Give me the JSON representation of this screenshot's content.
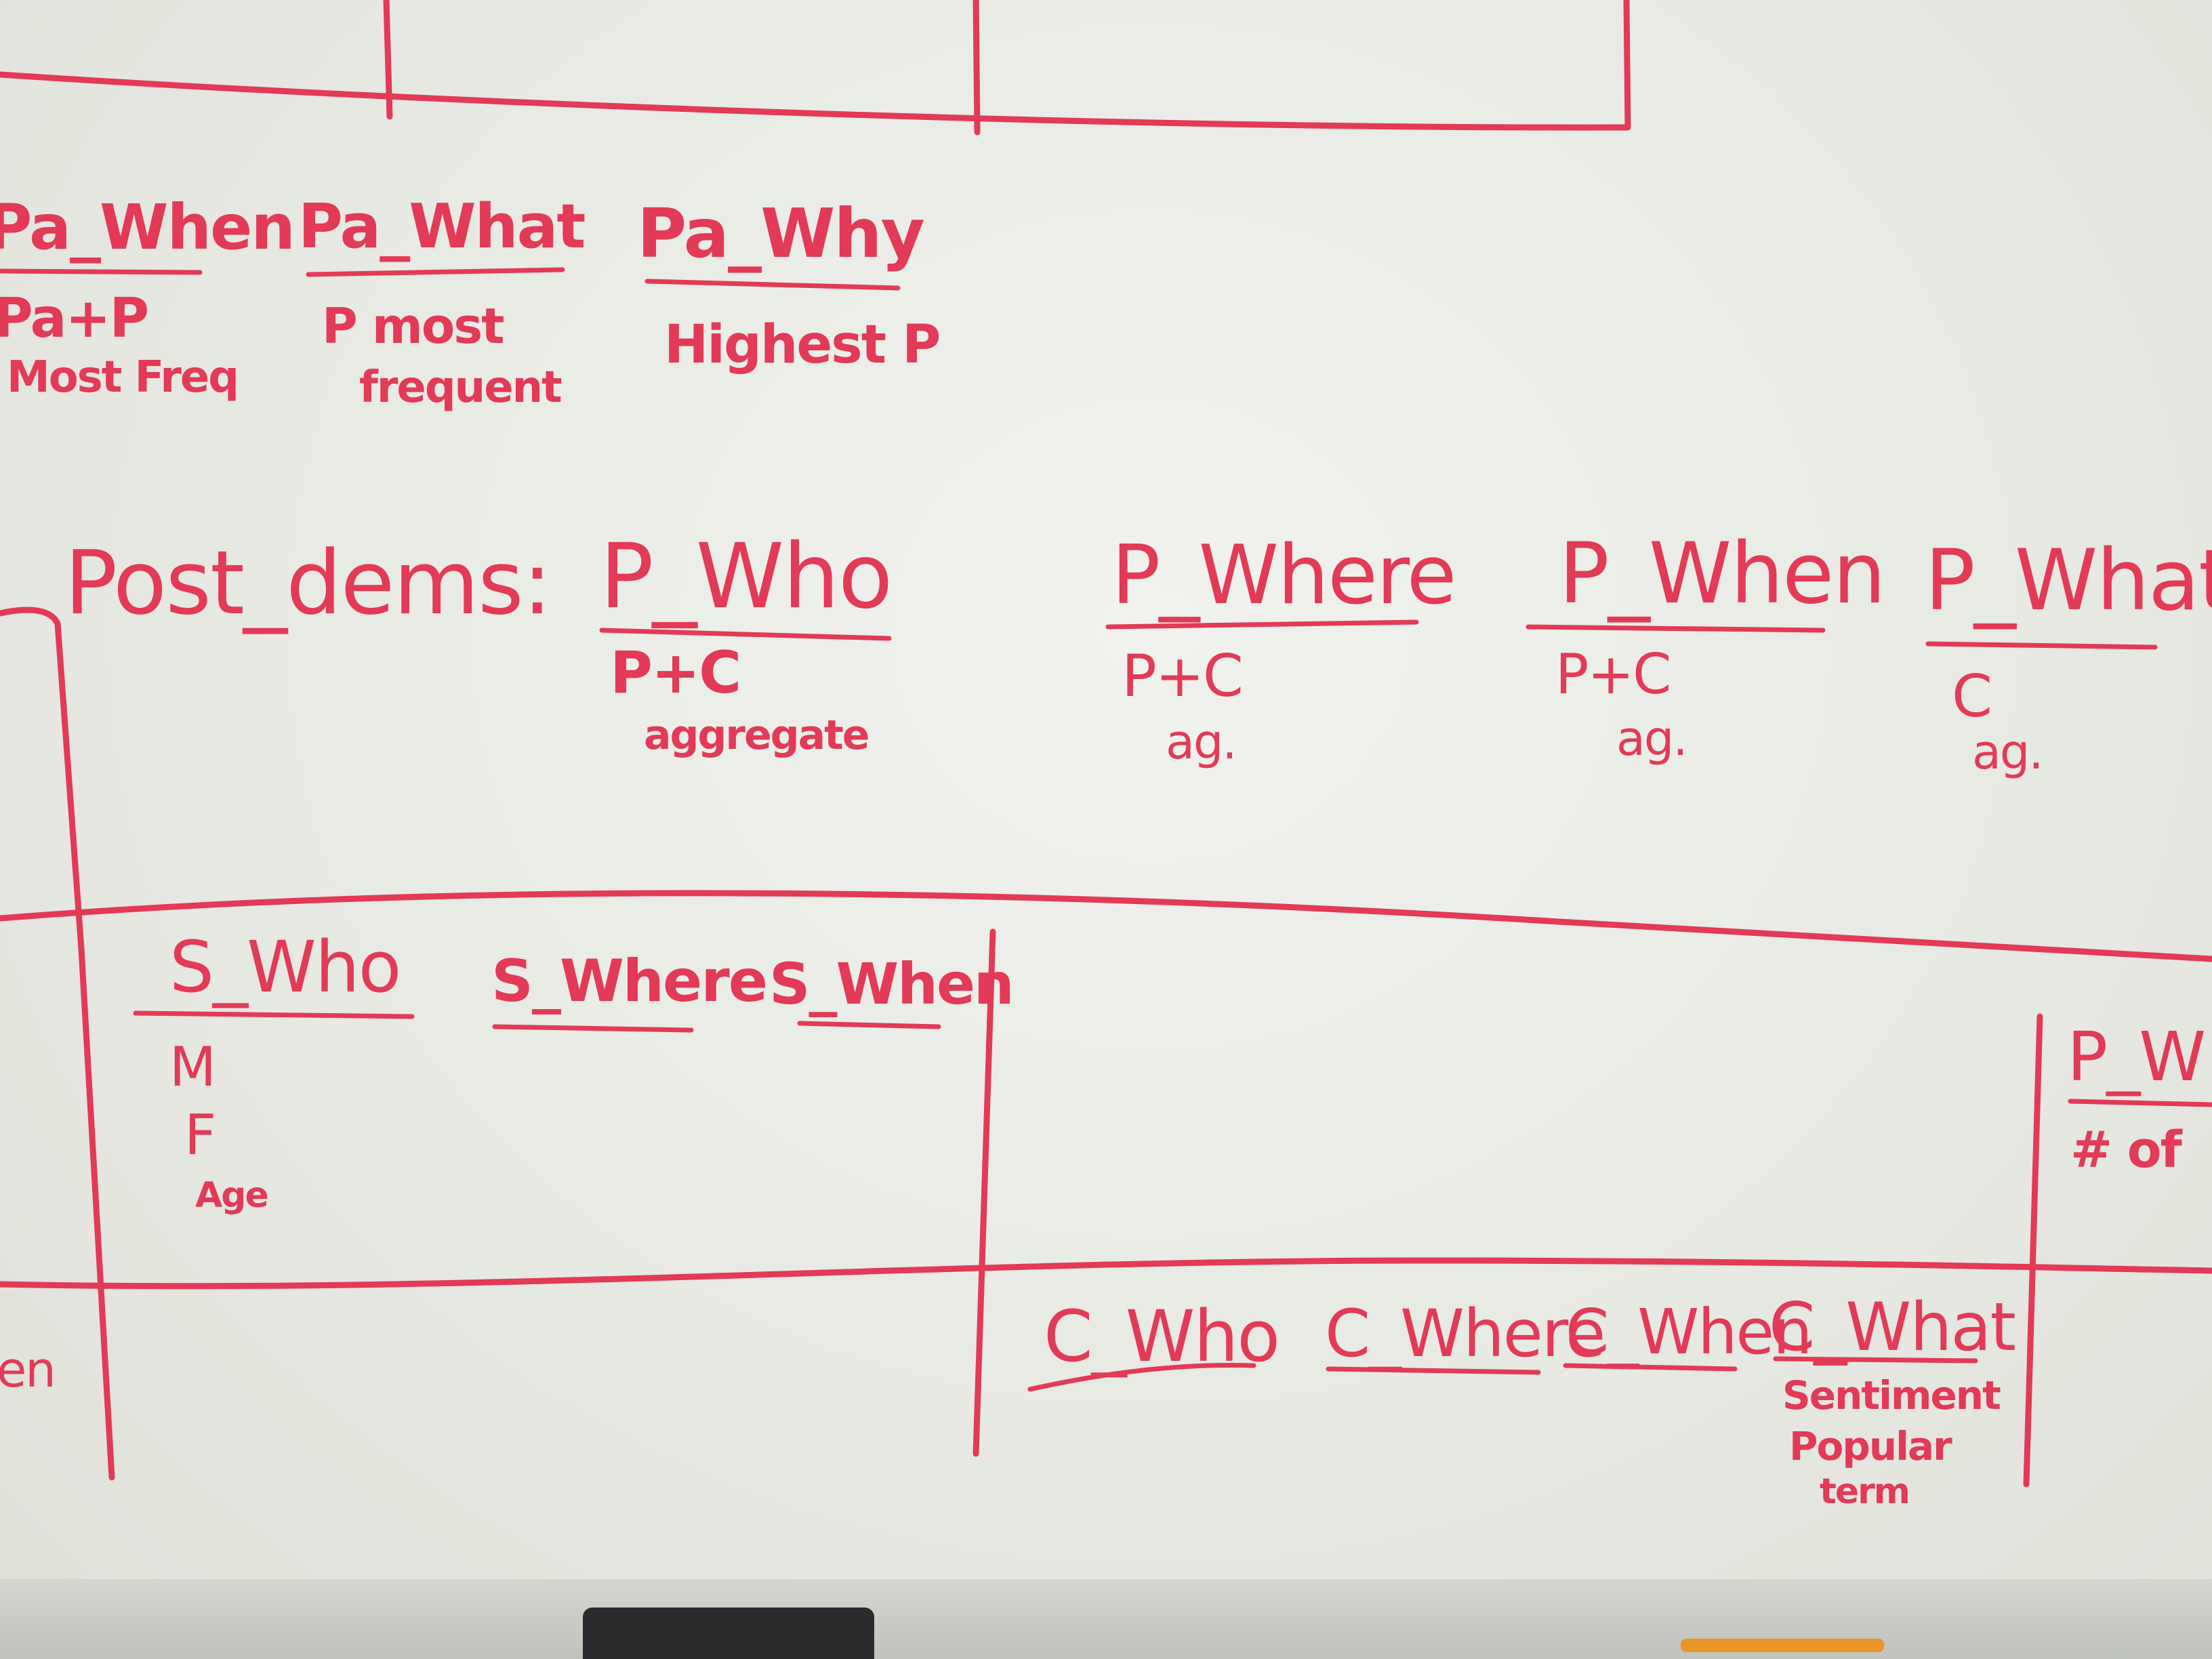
{
  "top_section": {
    "pa_when": {
      "title": "Pa_When",
      "line1": "Pa+P",
      "line2": "Most Freq"
    },
    "pa_what": {
      "title": "Pa_What",
      "line1": "P most",
      "line2": "frequent"
    },
    "pa_why": {
      "title": "Pa_Why",
      "line1": "Highest P"
    }
  },
  "post_dems": {
    "label": "Post_dems:",
    "p_who": {
      "title": "P_Who",
      "line1": "P+C",
      "line2": "aggregate"
    },
    "p_where": {
      "title": "P_Where",
      "line1": "P+C",
      "line2": "ag."
    },
    "p_when": {
      "title": "P_When",
      "line1": "P+C",
      "line2": "ag."
    },
    "p_what": {
      "title": "P_What",
      "line1": "C",
      "line2": "ag."
    }
  },
  "s_section": {
    "s_who": {
      "title": "S_Who",
      "items": [
        "M",
        "F",
        "Age"
      ]
    },
    "s_where": {
      "title": "S_Where"
    },
    "s_when": {
      "title": "S_When"
    }
  },
  "right_partial": {
    "title": "P_W",
    "line1": "# of"
  },
  "left_partial": {
    "text": "en"
  },
  "c_section": {
    "c_who": {
      "title": "C_Who"
    },
    "c_where": {
      "title": "C_Where"
    },
    "c_when": {
      "title": "C_When"
    },
    "c_what": {
      "title": "C_What",
      "items": [
        "Sentiment",
        "Popular",
        "term"
      ]
    }
  },
  "colors": {
    "ink": "#e23a57",
    "board": "#e9ebe5"
  }
}
